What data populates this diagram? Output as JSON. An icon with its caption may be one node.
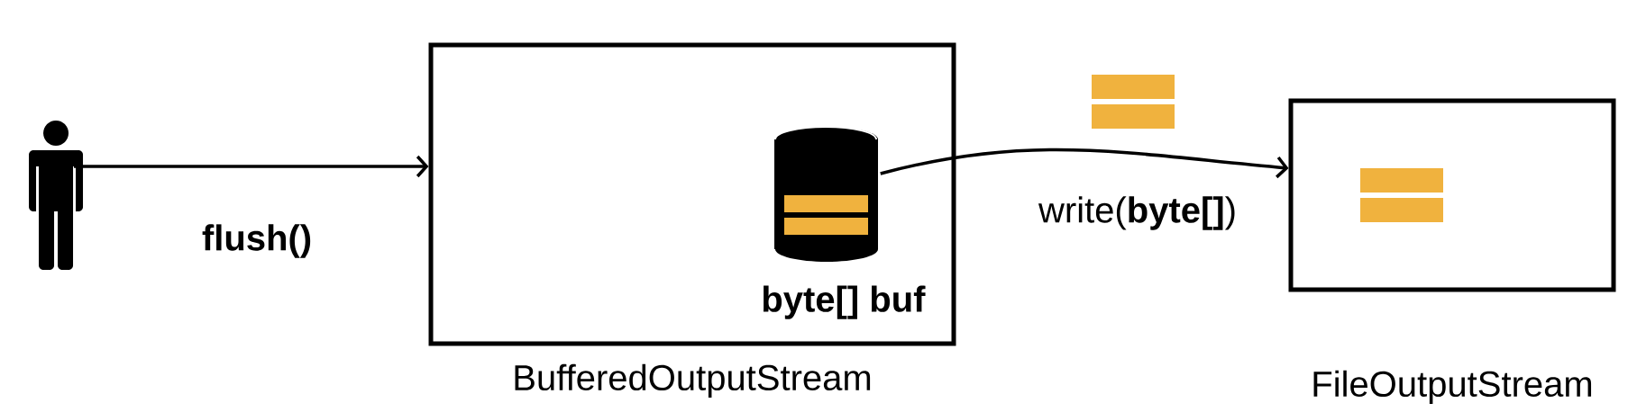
{
  "diagram": {
    "nodes": [
      {
        "text": [],
        "shape": "person"
      },
      {
        "text": [
          "BufferedOutputStream"
        ]
      },
      {
        "text": [],
        "shape": "cylinder",
        "in": 1,
        "beside": [
          "byte[] buf"
        ]
      },
      {
        "text": [
          "FileOutputStream"
        ]
      }
    ],
    "edges": [
      {
        "from": 0,
        "to": 1,
        "arrow": "to",
        "label": "flush()"
      },
      {
        "from": 2,
        "to": 3,
        "arrow": "to",
        "label": "write(**byte[]**)"
      }
    ]
  }
}
